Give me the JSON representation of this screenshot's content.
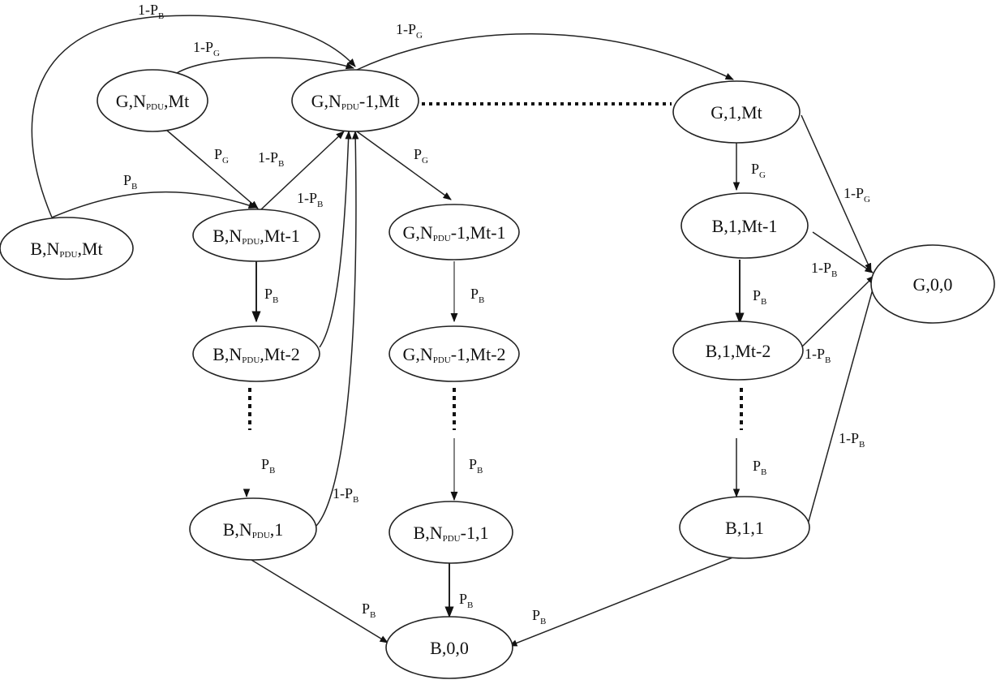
{
  "nodes": {
    "g_npdu_mt": {
      "main": "G,N",
      "sub": "PDU",
      "tail": ",Mt"
    },
    "g_npdu1_mt": {
      "main": "G,N",
      "sub": "PDU",
      "tail": "-1,Mt"
    },
    "g_1_mt": {
      "main": "G,1,Mt"
    },
    "b_npdu_mt": {
      "main": "B,N",
      "sub": "PDU",
      "tail": ",Mt"
    },
    "b_npdu_mt1": {
      "main": "B,N",
      "sub": "PDU",
      "tail": ",Mt-1"
    },
    "b_npdu_mt2": {
      "main": "B,N",
      "sub": "PDU",
      "tail": ",Mt-2"
    },
    "b_npdu_1": {
      "main": "B,N",
      "sub": "PDU",
      "tail": ",1"
    },
    "g_npdu1_mt1": {
      "main": "G,N",
      "sub": "PDU",
      "tail": "-1,Mt-1"
    },
    "g_npdu1_mt2": {
      "main": "G,N",
      "sub": "PDU",
      "tail": "-1,Mt-2"
    },
    "b_npdu1_1": {
      "main": "B,N",
      "sub": "PDU",
      "tail": "-1,1"
    },
    "b_1_mt1": {
      "main": "B,1,Mt-1"
    },
    "b_1_mt2": {
      "main": "B,1,Mt-2"
    },
    "b_1_1": {
      "main": "B,1,1"
    },
    "g_0_0": {
      "main": "G,0,0"
    },
    "b_0_0": {
      "main": "B,0,0"
    }
  },
  "edge_labels": {
    "top_1_pb": {
      "main": "1-P",
      "sub": "B"
    },
    "top_1_pg": {
      "main": "1-P",
      "sub": "G"
    },
    "right_1_pg": {
      "main": "1-P",
      "sub": "G"
    },
    "g_to_b_pg": {
      "main": "P",
      "sub": "G"
    },
    "bmt1_up_1_pb": {
      "main": "1-P",
      "sub": "B"
    },
    "bmt2_up_1_pb": {
      "main": "1-P",
      "sub": "B"
    },
    "bmt_to_bmt1_pb": {
      "main": "P",
      "sub": "B"
    },
    "mid_pg": {
      "main": "P",
      "sub": "G"
    },
    "left_chain_pb1": {
      "main": "P",
      "sub": "B"
    },
    "left_chain_pb2": {
      "main": "P",
      "sub": "B"
    },
    "b1_up_1_pb": {
      "main": "1-P",
      "sub": "B"
    },
    "mid_chain_pb1": {
      "main": "P",
      "sub": "B"
    },
    "mid_chain_pb2": {
      "main": "P",
      "sub": "B"
    },
    "mid_chain_pb3": {
      "main": "P",
      "sub": "B"
    },
    "left_to_b00_pb": {
      "main": "P",
      "sub": "B"
    },
    "right_to_b00_pb": {
      "main": "P",
      "sub": "B"
    },
    "right_pg": {
      "main": "P",
      "sub": "G"
    },
    "r_1_pg": {
      "main": "1-P",
      "sub": "G"
    },
    "r_bmt1_1_pb": {
      "main": "1-P",
      "sub": "B"
    },
    "r_pb1": {
      "main": "P",
      "sub": "B"
    },
    "r_bmt2_1_pb": {
      "main": "1-P",
      "sub": "B"
    },
    "r_b11_1_pb": {
      "main": "1-P",
      "sub": "B"
    },
    "r_pb2": {
      "main": "P",
      "sub": "B"
    }
  }
}
